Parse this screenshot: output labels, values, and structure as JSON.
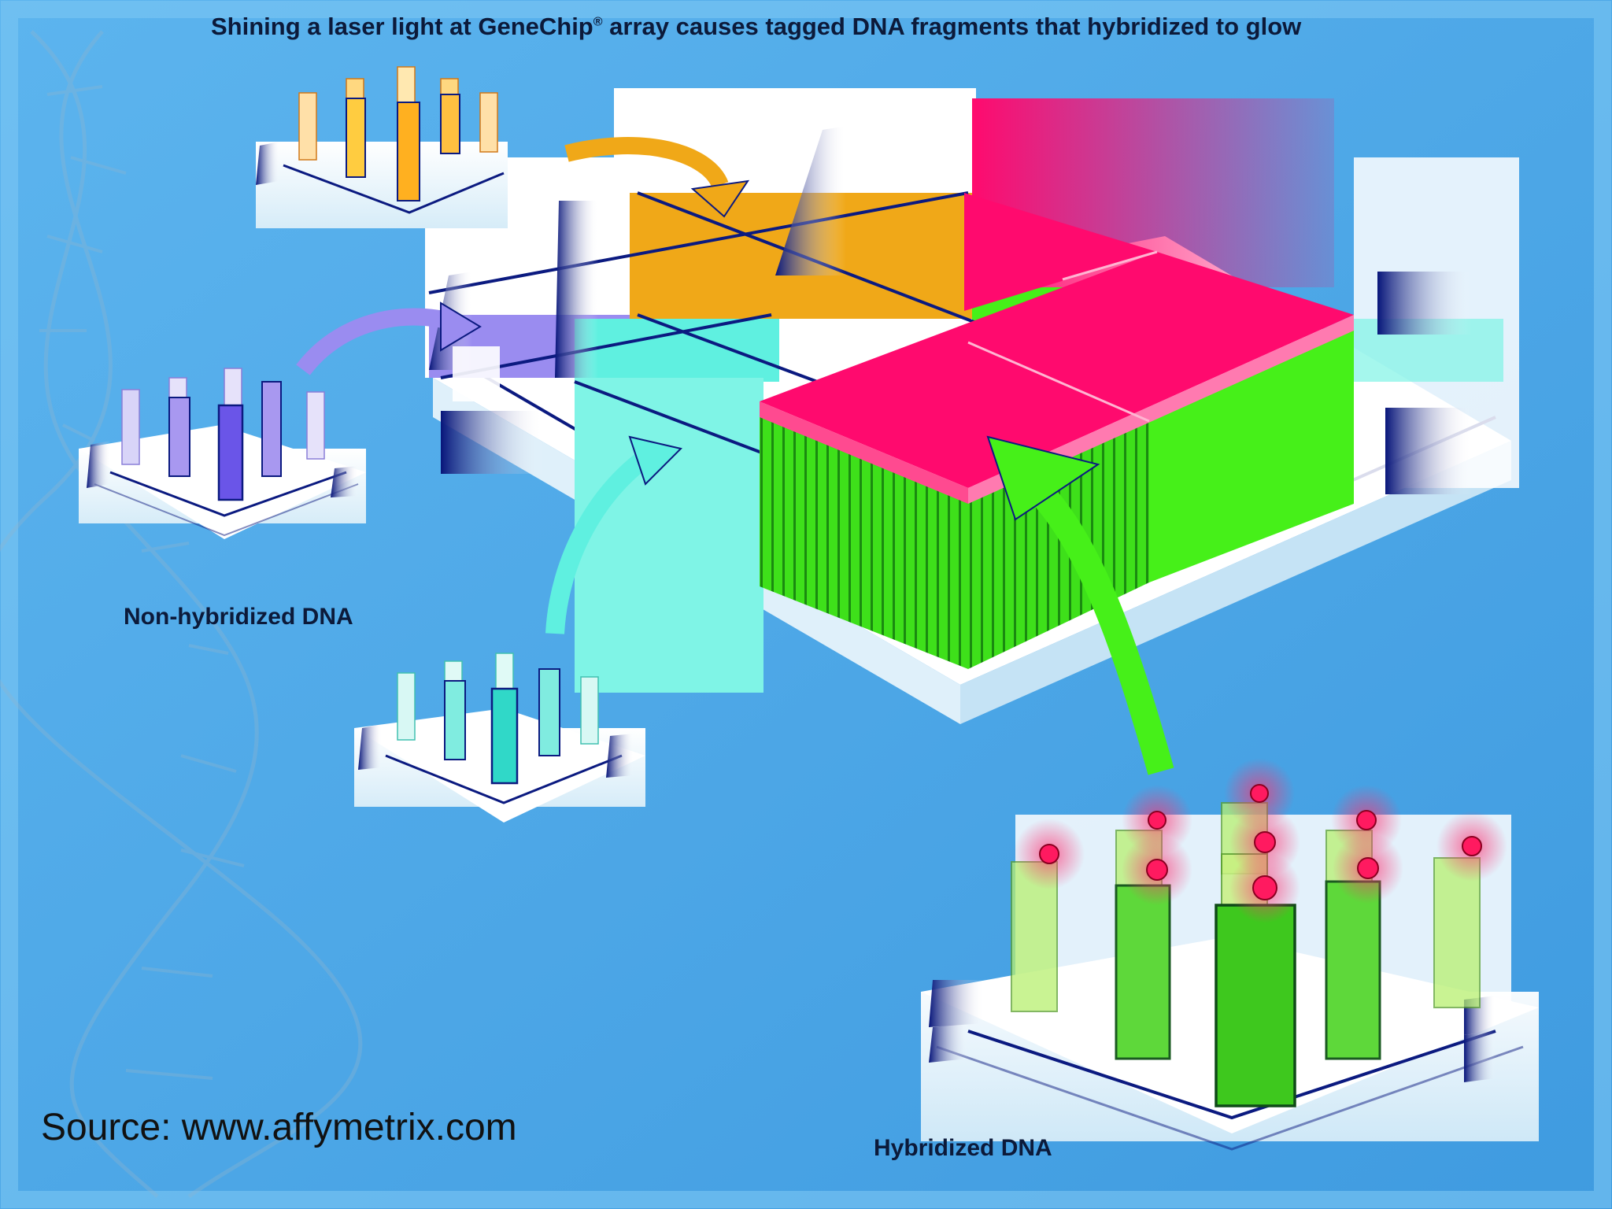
{
  "title": {
    "pre": "Shining a laser light at GeneChip",
    "mark": "®",
    "post": " array causes tagged DNA fragments that hybridized to glow"
  },
  "labels": {
    "non_hybridized": "Non-hybridized DNA",
    "hybridized": "Hybridized DNA"
  },
  "source": "Source: www.affymetrix.com",
  "colors": {
    "background": "#4aa7e6",
    "orange_cell": "#f0a818",
    "pink_cell": "#ff0a6e",
    "green_cell": "#46f019",
    "cyan_cell": "#5ff0e0",
    "purple_cell": "#9a8cf0",
    "navy": "#0b1a80"
  }
}
